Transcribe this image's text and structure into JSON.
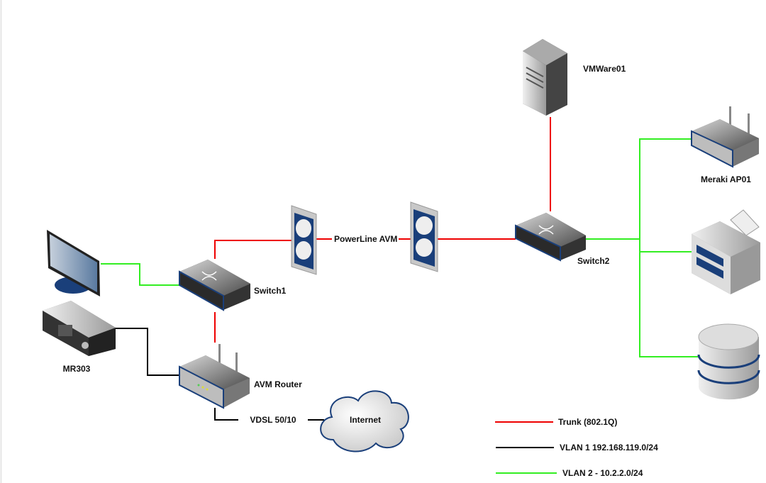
{
  "colors": {
    "trunk": "#ee0000",
    "vlan1": "#000000",
    "vlan2": "#33ee22",
    "device_accent": "#1a3f7a"
  },
  "nodes": {
    "vmware": {
      "label": "VMWare01",
      "icon": "server-icon"
    },
    "meraki": {
      "label": "Meraki AP01",
      "icon": "wireless-ap-icon"
    },
    "switch1": {
      "label": "Switch1",
      "icon": "switch-icon"
    },
    "switch2": {
      "label": "Switch2",
      "icon": "switch-icon"
    },
    "router": {
      "label": "AVM Router",
      "icon": "router-icon"
    },
    "receiver": {
      "label": "MR303",
      "icon": "av-receiver-icon"
    },
    "powerline": {
      "label": "PowerLine AVM",
      "icon": "power-outlet-icon"
    },
    "internet": {
      "label": "Internet",
      "icon": "cloud-icon"
    },
    "vdsl": {
      "label": "VDSL 50/10"
    },
    "monitor": {
      "icon": "monitor-icon"
    },
    "printer": {
      "icon": "printer-icon"
    },
    "database": {
      "icon": "database-icon"
    }
  },
  "legend": [
    {
      "label": "Trunk (802.1Q)",
      "color": "#ee0000"
    },
    {
      "label": "VLAN 1 192.168.119.0/24",
      "color": "#000000"
    },
    {
      "label": "VLAN 2 - 10.2.2.0/24",
      "color": "#33ee22"
    }
  ]
}
